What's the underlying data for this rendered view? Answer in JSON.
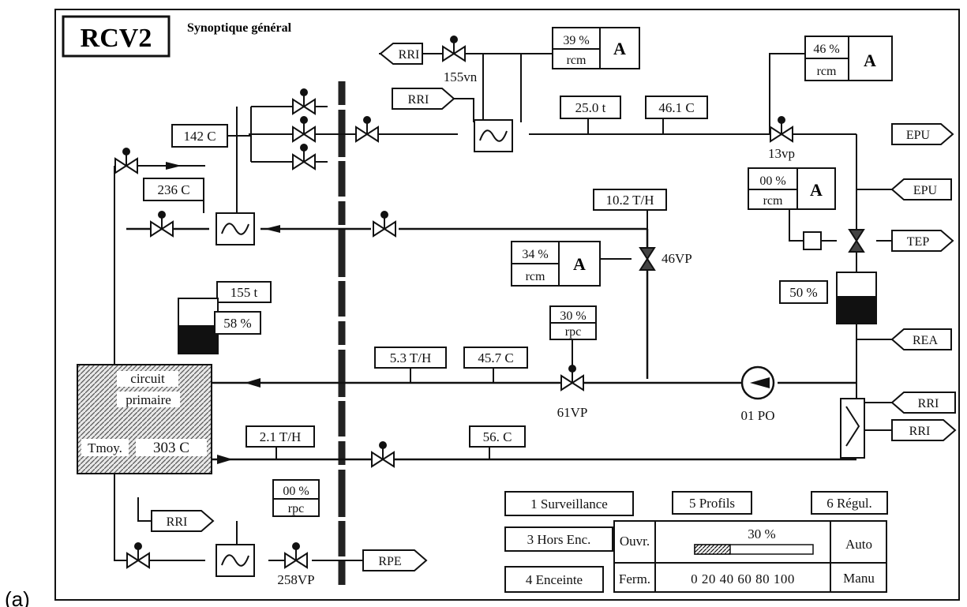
{
  "header": {
    "code": "RCV2",
    "title": "Synoptique général"
  },
  "corner_label": "(a)",
  "readings": {
    "t142": "142 C",
    "t236": "236 C",
    "m155": "155 t",
    "p58": "58 %",
    "m25": "25.0 t",
    "t46": "46.1 C",
    "f10": "10.2 T/H",
    "f5": "5.3 T/H",
    "t45": "45.7 C",
    "f2": "2.1 T/H",
    "t56": "56. C",
    "p50": "50 %",
    "tmoy_label": "Tmoy.",
    "tmoy_value": "303 C"
  },
  "controllers": {
    "vn155": {
      "pct": "39 %",
      "mode": "rcm",
      "state": "A"
    },
    "vp13": {
      "pct": "46 %",
      "mode": "rcm",
      "state": "A"
    },
    "tep": {
      "pct": "00 %",
      "mode": "rcm",
      "state": "A"
    },
    "vp46": {
      "pct": "34 %",
      "mode": "rcm",
      "state": "A"
    },
    "vp61": {
      "pct": "30 %",
      "mode": "rpc"
    },
    "vp258": {
      "pct": "00 %",
      "mode": "rpc"
    }
  },
  "valves": {
    "vn155": "155vn",
    "vp13": "13vp",
    "vp46": "46VP",
    "vp61": "61VP",
    "vp258": "258VP",
    "po01": "01 PO"
  },
  "connectors": {
    "rri_top_left": "RRI",
    "rri_top": "RRI",
    "epu1": "EPU",
    "epu2": "EPU",
    "tep": "TEP",
    "rea": "REA",
    "rri_right1": "RRI",
    "rri_right2": "RRI",
    "rri_bottom": "RRI",
    "rpe": "RPE"
  },
  "circuit": {
    "line1": "circuit",
    "line2": "primaire"
  },
  "menu": {
    "b1": "1 Surveillance",
    "b3": "3 Hors Enc.",
    "b4": "4 Enceinte",
    "b5": "5 Profils",
    "b6": "6 Régul."
  },
  "control_panel": {
    "ouvr": "Ouvr.",
    "ferm": "Ferm.",
    "value": "30 %",
    "scale": "0 20 40 60 80 100",
    "auto": "Auto",
    "manu": "Manu",
    "position": 0.3
  }
}
